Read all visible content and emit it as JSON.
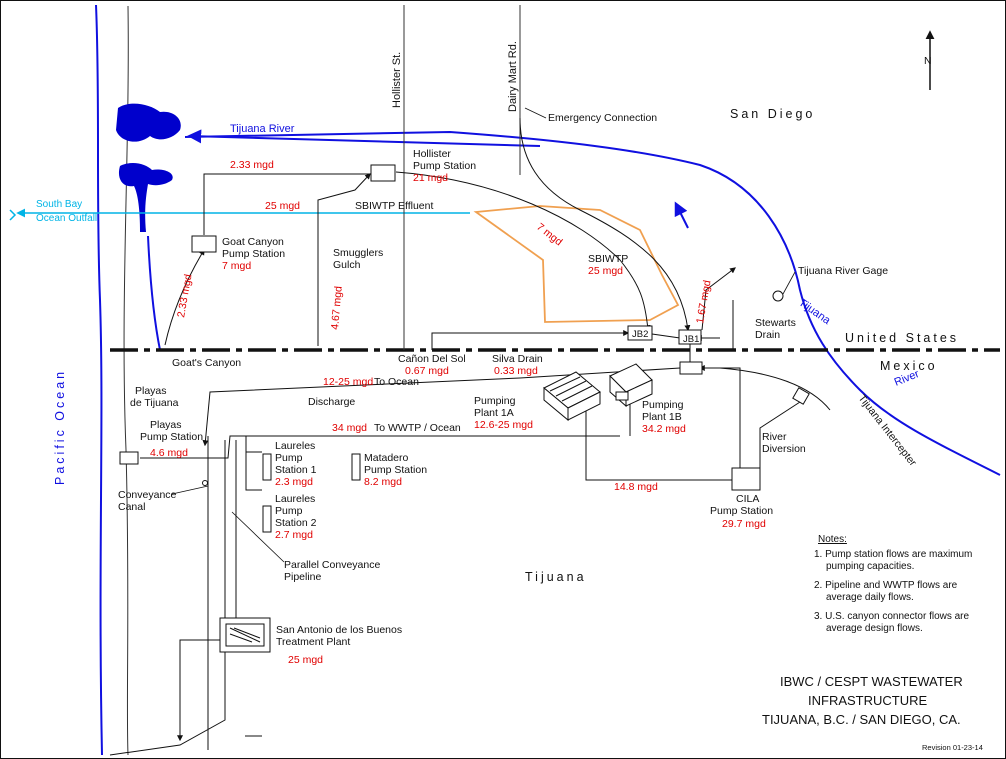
{
  "north": "N",
  "regions": {
    "san_diego": "San Diego",
    "united_states": "United States",
    "mexico": "Mexico",
    "tijuana": "Tijuana",
    "pacific_ocean": "Pacific Ocean"
  },
  "streets": {
    "hollister": "Hollister St.",
    "dairy_mart": "Dairy Mart Rd."
  },
  "water": {
    "tijuana_river_us": "Tijuana River",
    "tijuana_river_mx_1": "Tijuana",
    "tijuana_river_mx_2": "River",
    "south_bay_1": "South Bay",
    "south_bay_2": "Ocean Outfall"
  },
  "labels": {
    "emergency": "Emergency Connection",
    "hollister_ps_1": "Hollister",
    "hollister_ps_2": "Pump Station",
    "hollister_ps_flow": "21 mgd",
    "flow_233_top": "2.33 mgd",
    "flow_25_outfall": "25 mgd",
    "sbiwtp_effluent": "SBIWTP   Effluent",
    "goat_canyon_1": "Goat Canyon",
    "goat_canyon_2": "Pump Station",
    "goat_canyon_flow": "7 mgd",
    "smugglers_1": "Smugglers",
    "smugglers_2": "Gulch",
    "flow_7_diag": "7 mgd",
    "sbiwtp_1": "SBIWTP",
    "sbiwtp_flow": "25 mgd",
    "flow_233_vert": "2.33 mgd",
    "flow_467_vert": "4.67 mgd",
    "flow_167": "1.67 mgd",
    "river_gage": "Tijuana River Gage",
    "stewarts_1": "Stewarts",
    "stewarts_2": "Drain",
    "jb1": "JB1",
    "jb2": "JB2",
    "goats_canyon": "Goat's Canyon",
    "canon_del_sol": "Cañon Del Sol",
    "canon_flow": "0.67 mgd",
    "silva_drain": "Silva Drain",
    "silva_flow": "0.33 mgd",
    "to_ocean_flow": "12-25 mgd",
    "to_ocean": "To Ocean",
    "discharge": "Discharge",
    "playas_1": "Playas",
    "playas_2": "de Tijuana",
    "playas_ps_1": "Playas",
    "playas_ps_2": "Pump Station",
    "playas_ps_flow": "4.6 mgd",
    "pp1a_1": "Pumping",
    "pp1a_2": "Plant 1A",
    "pp1a_flow": "12.6-25 mgd",
    "pp1b_1": "Pumping",
    "pp1b_2": "Plant 1B",
    "pp1b_flow": "34.2 mgd",
    "to_wwtp_flow": "34 mgd",
    "to_wwtp": "To WWTP / Ocean",
    "laureles1_1": "Laureles",
    "laureles1_2": "Pump",
    "laureles1_3": "Station 1",
    "laureles1_flow": "2.3 mgd",
    "matadero_1": "Matadero",
    "matadero_2": "Pump Station",
    "matadero_flow": "8.2 mgd",
    "laureles2_1": "Laureles",
    "laureles2_2": "Pump",
    "laureles2_3": "Station 2",
    "laureles2_flow": "2.7 mgd",
    "conveyance_1": "Conveyance",
    "conveyance_2": "Canal",
    "parallel_1": "Parallel Conveyance",
    "parallel_2": "Pipeline",
    "river_diversion_1": "River",
    "river_diversion_2": "Diversion",
    "interceptor": "Tijuana Intercepter",
    "flow_148": "14.8 mgd",
    "cila_1": "CILA",
    "cila_2": "Pump Station",
    "cila_flow": "29.7 mgd",
    "sab_1": "San Antonio de los Buenos",
    "sab_2": "Treatment Plant",
    "sab_flow": "25 mgd"
  },
  "notes": {
    "title": "Notes:",
    "n1_1": "1. Pump station flows are maximum",
    "n1_2": "pumping capacities.",
    "n2_1": "2. Pipeline and WWTP flows are",
    "n2_2": "average daily flows.",
    "n3_1": "3. U.S. canyon connector flows are",
    "n3_2": "average design flows."
  },
  "title_block": {
    "line1": "IBWC / CESPT WASTEWATER",
    "line2": "INFRASTRUCTURE",
    "line3": "TIJUANA, B.C. / SAN DIEGO, CA.",
    "revision": "Revision  01-23-14"
  },
  "colors": {
    "river": "#1010e0",
    "flow": "#e00000",
    "outfall": "#00b4e6",
    "sbiwtp_outline": "#f0a050",
    "pipe": "#111111"
  }
}
